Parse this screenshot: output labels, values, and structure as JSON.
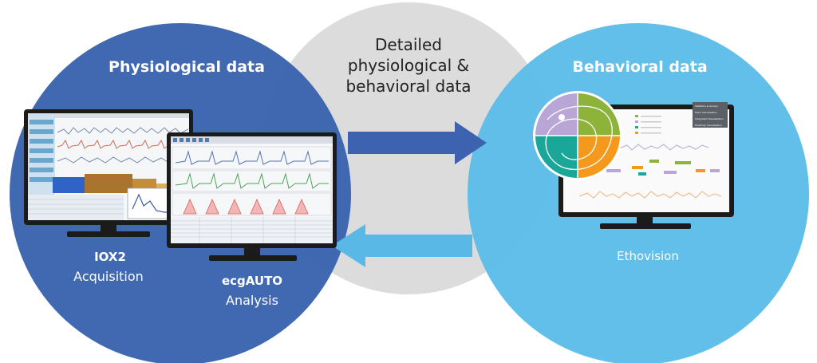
{
  "center": {
    "lines": [
      "Detailed",
      "physiological &",
      "behavioral data"
    ]
  },
  "left": {
    "title": "Physiological data",
    "software_1": {
      "name": "IOX2",
      "role": "Acquisition"
    },
    "software_2": {
      "name": "ecgAUTO",
      "role": "Analysis"
    }
  },
  "right": {
    "title": "Behavioral data",
    "software": {
      "name": "Ethovision"
    },
    "monitor_menu": [
      "Statistics & Groups",
      "Track Visualization",
      "Integrated Visualization",
      "Heatmap Visualization"
    ]
  },
  "arrows": [
    {
      "direction": "left-to-right",
      "meaning": "physiological to behavioral"
    },
    {
      "direction": "right-to-left",
      "meaning": "behavioral to physiological"
    }
  ],
  "colors": {
    "left_circle": "#3b64b0",
    "center_circle": "#dcdcdc",
    "right_circle": "#5bbce8",
    "arrow_right": "#3d63b0",
    "arrow_left": "#5ab8e6",
    "text_light": "#ffffff",
    "text_dark": "#222222",
    "pie_purple": "#b9a6d6",
    "pie_green": "#8db33a",
    "pie_teal": "#1aa79a",
    "pie_orange": "#f39a1e"
  }
}
